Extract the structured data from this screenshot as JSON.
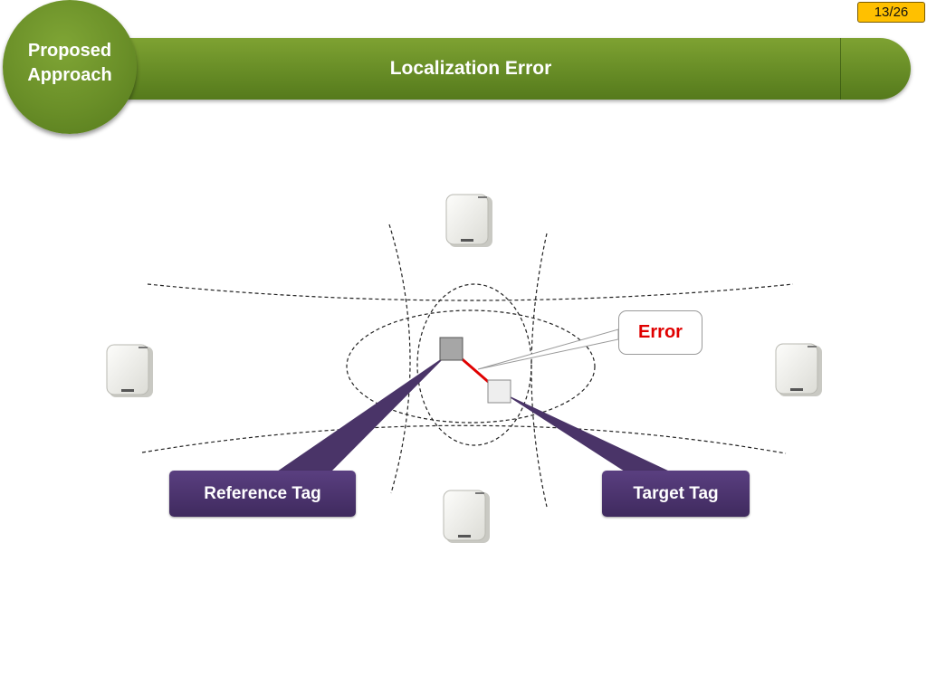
{
  "header": {
    "section": "Proposed Approach",
    "section_lines": [
      "Proposed",
      "Approach"
    ],
    "title": "Localization Error",
    "page_number": "13/26"
  },
  "diagram": {
    "callout": "Error",
    "reference_label": "Reference Tag",
    "target_label": "Target Tag",
    "readers": [
      {
        "name": "reader-top-icon"
      },
      {
        "name": "reader-left-icon"
      },
      {
        "name": "reader-right-icon"
      },
      {
        "name": "reader-bottom-icon"
      }
    ],
    "colors": {
      "theme_green": "#6b9028",
      "label_purple": "#4a3468",
      "error_red": "#e00000",
      "reference_tag": "#a6a6a6",
      "target_tag": "#eeeeee",
      "page_badge": "#ffc000"
    }
  }
}
